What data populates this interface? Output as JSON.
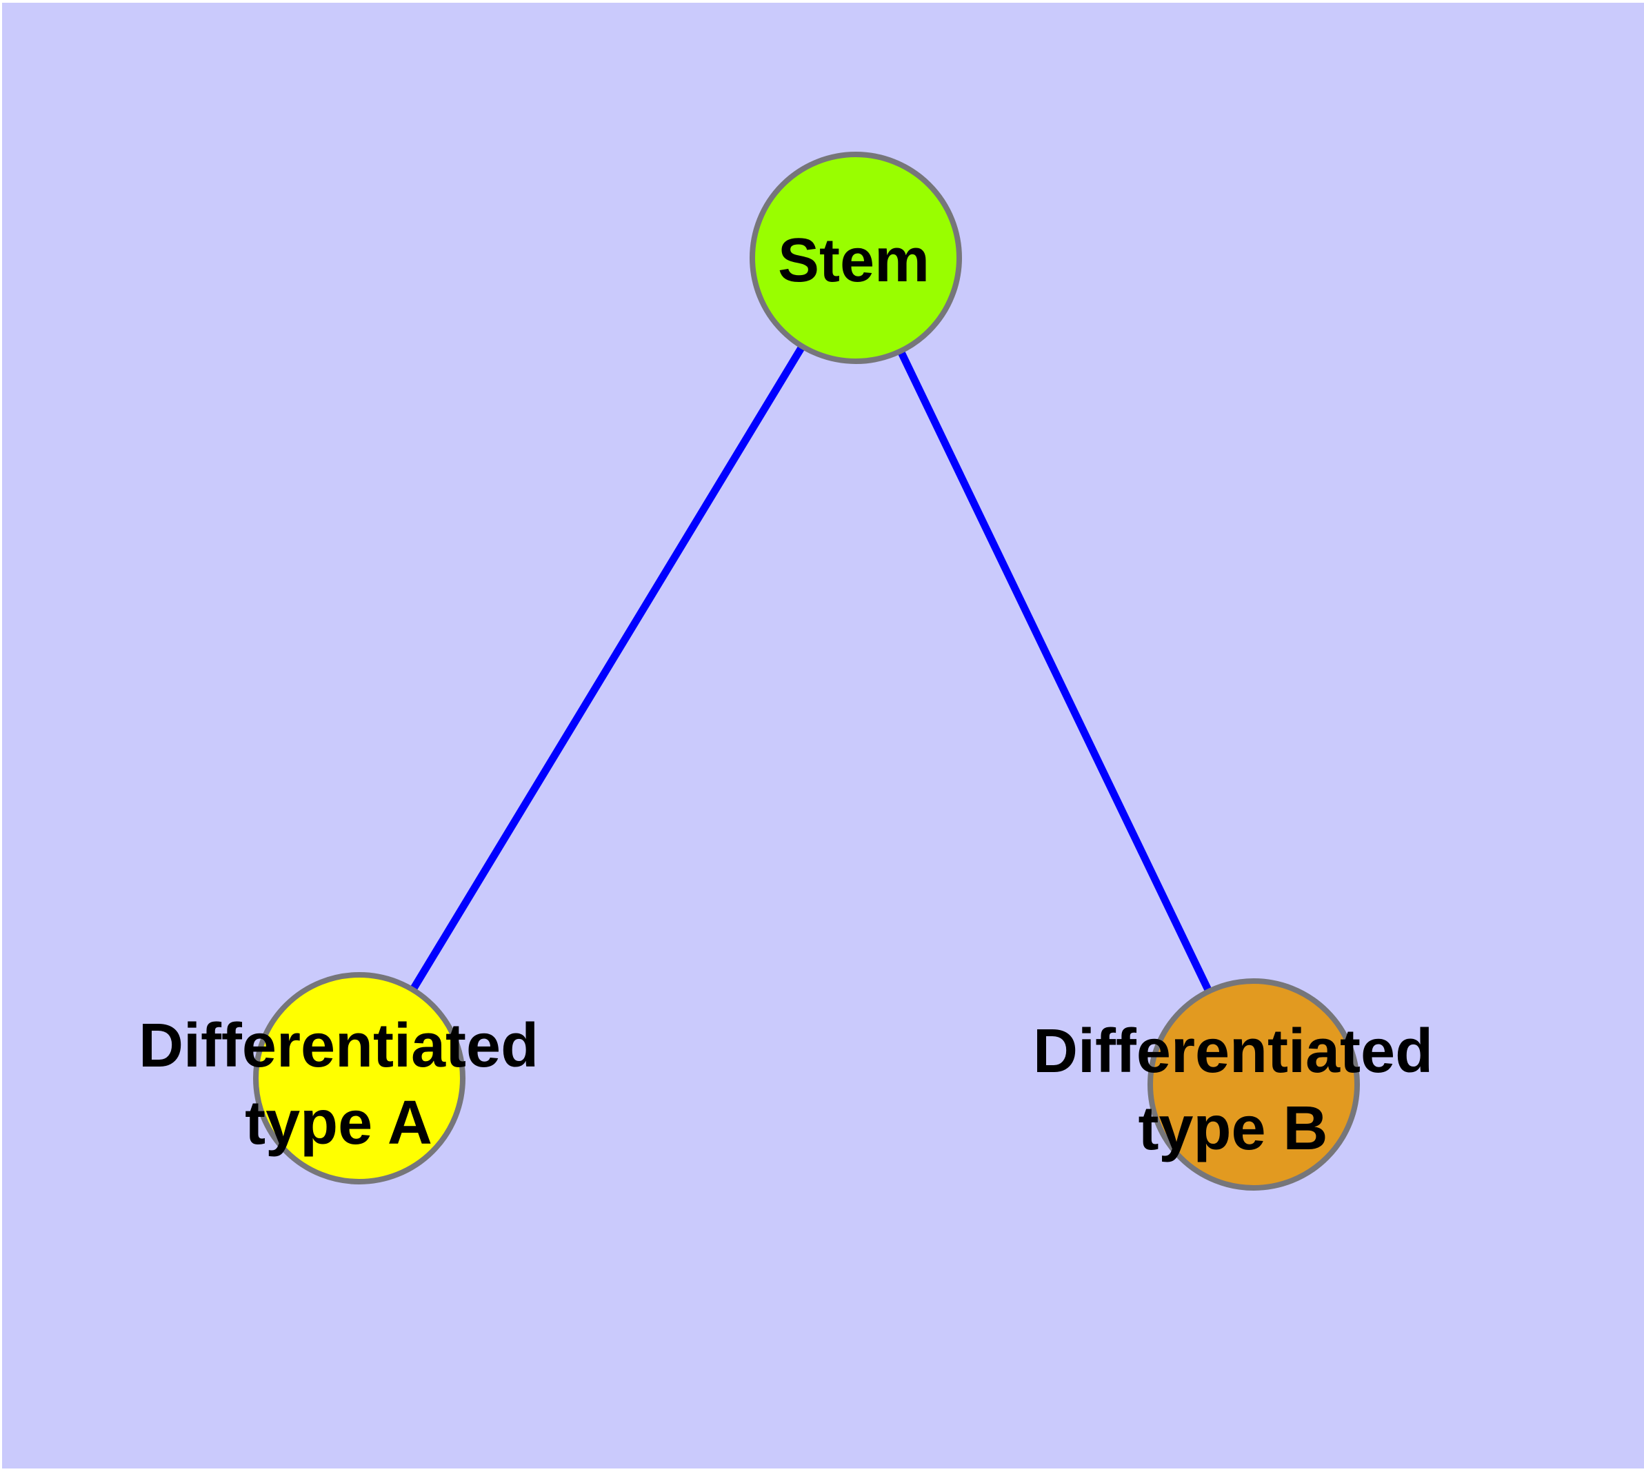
{
  "figure": {
    "background_color": "#CACAFC",
    "page_margin_color": "#FFFFFF",
    "edge_color": "#0000FF",
    "node_border_color": "#76767A",
    "text_color": "#000000",
    "nodes": {
      "stem": {
        "label": "Stem",
        "fill": "#99FE00"
      },
      "type_a": {
        "line1": "Differentiated",
        "line2": "type A",
        "fill": "#FFFF00"
      },
      "type_b": {
        "line1": "Differentiated",
        "line2": "type B",
        "fill": "#E29A20"
      }
    },
    "edges": [
      {
        "from": "Stem",
        "to": "Differentiated type A"
      },
      {
        "from": "Stem",
        "to": "Differentiated type B"
      }
    ]
  }
}
